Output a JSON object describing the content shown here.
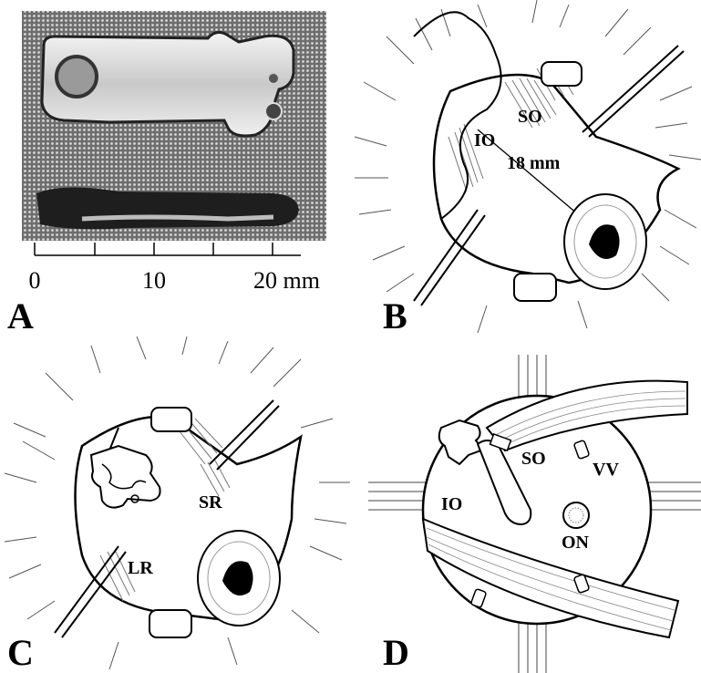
{
  "panels": {
    "a": {
      "letter": "A",
      "scale": {
        "tick_0": "0",
        "tick_10": "10",
        "tick_20": "20 mm"
      }
    },
    "b": {
      "letter": "B",
      "labels": {
        "so": "SO",
        "io": "IO",
        "distance": "18 mm"
      }
    },
    "c": {
      "letter": "C",
      "labels": {
        "sr": "SR",
        "lr": "LR"
      }
    },
    "d": {
      "letter": "D",
      "labels": {
        "so": "SO",
        "vv": "VV",
        "io": "IO",
        "on": "ON"
      }
    }
  }
}
